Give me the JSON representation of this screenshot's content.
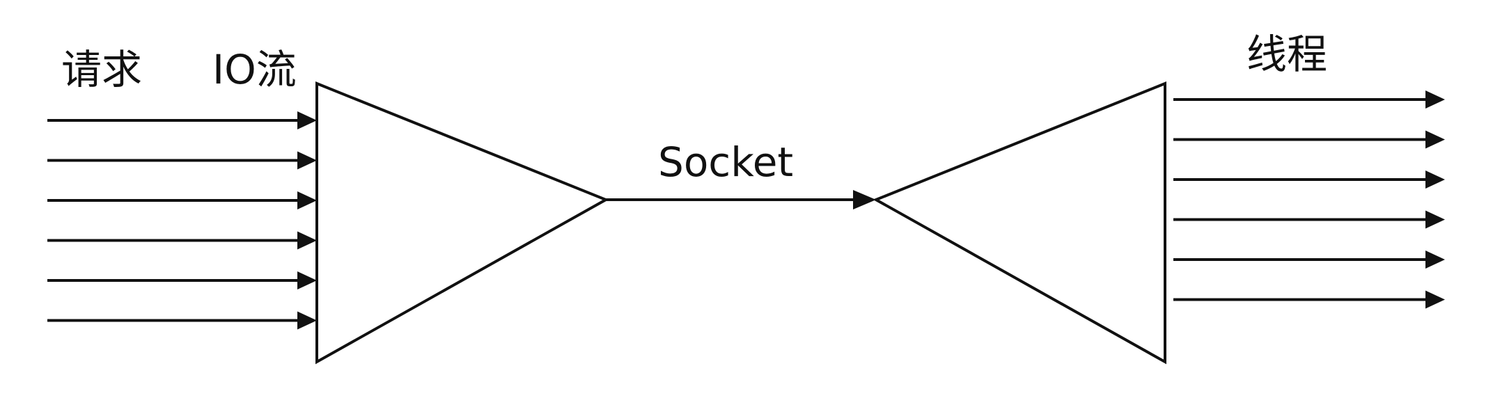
{
  "labels": {
    "requests": "请求",
    "io_stream": "IO流",
    "socket": "Socket",
    "threads": "线程"
  },
  "colors": {
    "stroke": "#111111",
    "background": "#ffffff"
  },
  "diagram": {
    "incoming_arrow_count": 6,
    "outgoing_arrow_count": 6
  }
}
